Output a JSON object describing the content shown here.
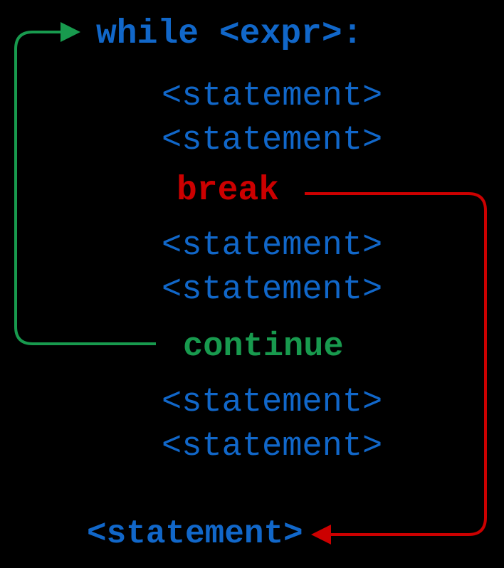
{
  "colors": {
    "background": "#000000",
    "code_blue": "#1167c9",
    "break_red": "#cc0000",
    "continue_green": "#189a4e"
  },
  "code": {
    "while_line": "while <expr>:",
    "statement_placeholder": "<statement>",
    "break_keyword": "break",
    "continue_keyword": "continue",
    "after_loop_statement": "<statement>"
  }
}
